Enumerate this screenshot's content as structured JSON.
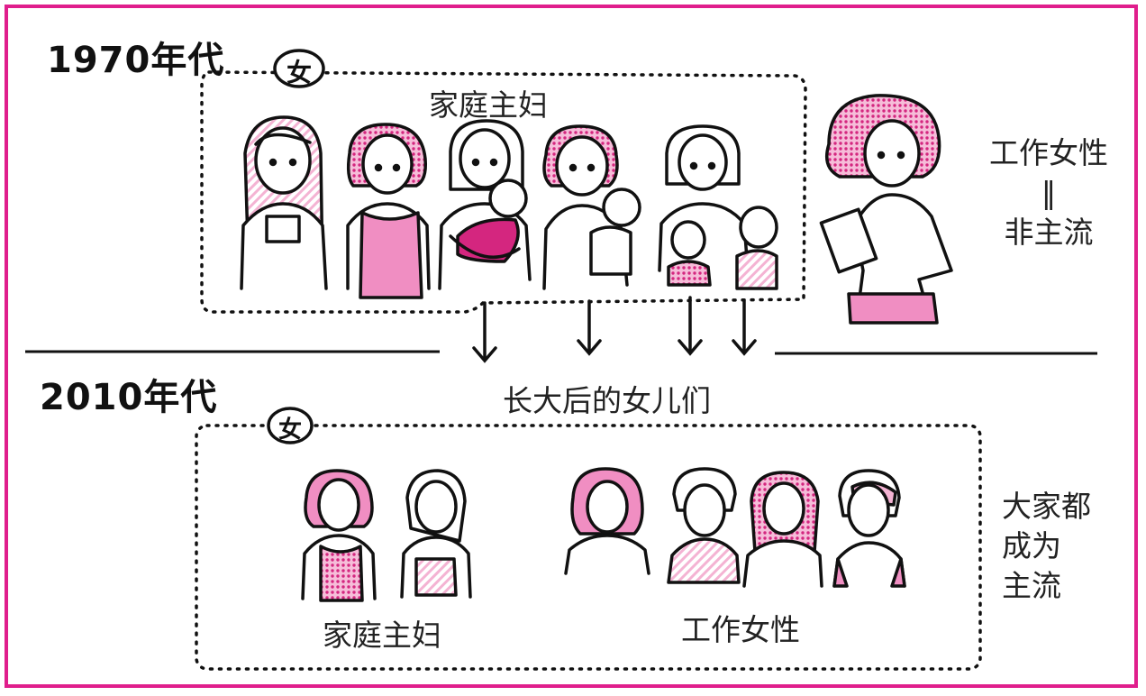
{
  "colors": {
    "frame": "#e01e8c",
    "pink": "#f08ec2",
    "dot": "#d4267f",
    "ink": "#111111"
  },
  "era_1970": {
    "label": "1970年代",
    "badge": "女",
    "group_label": "家庭主妇"
  },
  "working_woman_1970": {
    "line1": "工作女性",
    "equals": "‖",
    "line2": "非主流"
  },
  "transition_label": "长大后的女儿们",
  "era_2010": {
    "label": "2010年代",
    "badge": "女",
    "housewife_label": "家庭主妇",
    "working_label": "工作女性",
    "side_text": [
      "大家都",
      "成为",
      "主流"
    ]
  }
}
